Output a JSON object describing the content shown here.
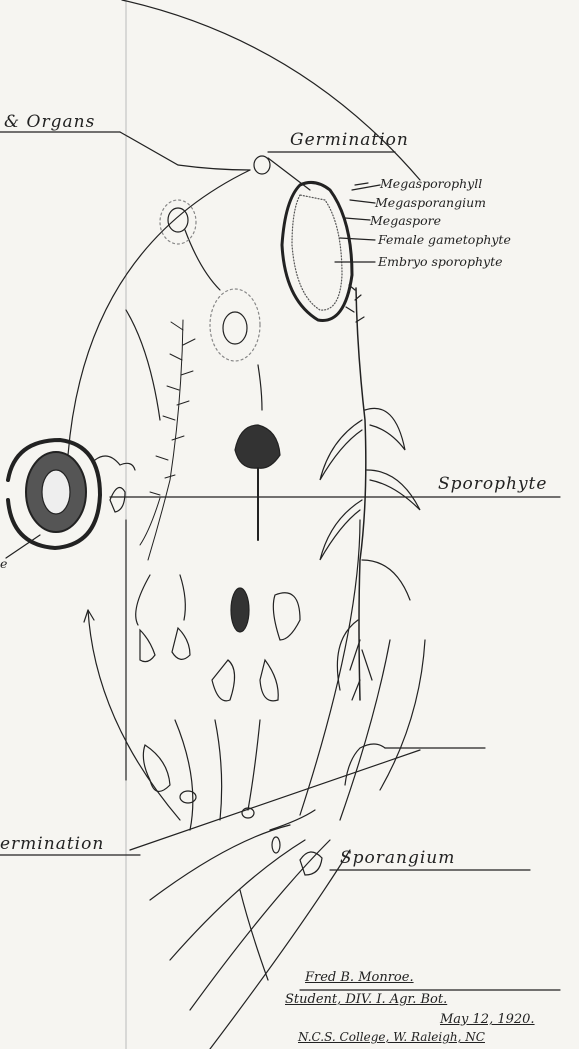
{
  "labels": {
    "organs": "& Organs",
    "germination_top": "Germination",
    "sporophyte": "Sporophyte",
    "germination_bottom": "ermination",
    "sporangium": "Sporangium",
    "left_cut": "e"
  },
  "ovule_parts": [
    "Megasporophyll",
    "Megasporangium",
    "Megaspore",
    "Female gametophyte",
    "Embryo sporophyte"
  ],
  "signature": {
    "name": "Fred B. Monroe.",
    "line1": "Student, DIV. I. Agr. Bot.",
    "date": "May 12, 1920.",
    "line3": "N.C.S. College, W. Raleigh, NC"
  },
  "colors": {
    "paper": "#f6f5f1",
    "ink": "#222222"
  }
}
